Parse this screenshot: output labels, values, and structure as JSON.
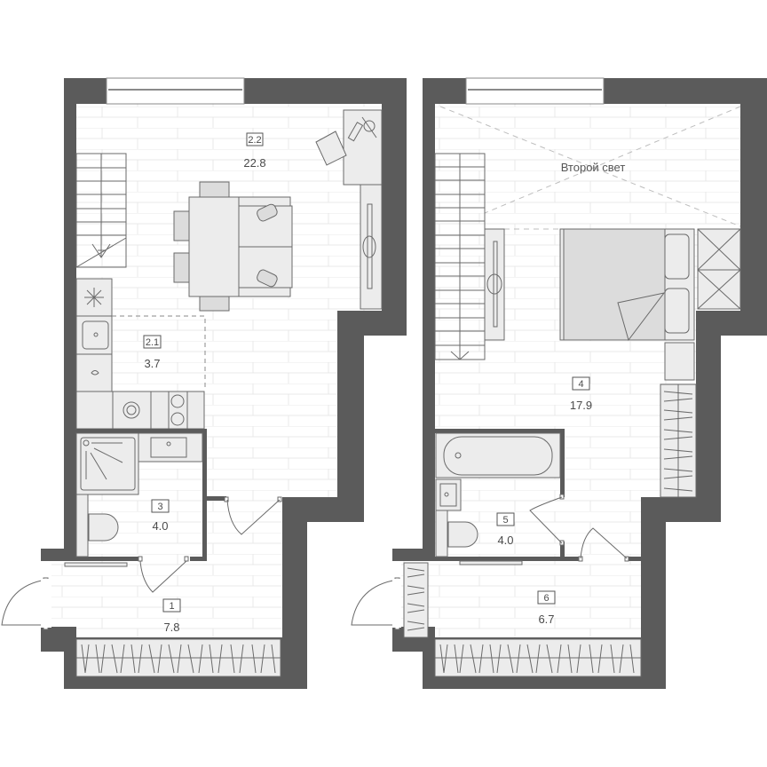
{
  "plan": {
    "floors": [
      {
        "name": "floor-1",
        "rooms": [
          {
            "id": "1",
            "number": "1",
            "area": "7.8"
          },
          {
            "id": "2.1",
            "number": "2.1",
            "area": "3.7"
          },
          {
            "id": "2.2",
            "number": "2.2",
            "area": "22.8"
          },
          {
            "id": "3",
            "number": "3",
            "area": "4.0"
          }
        ]
      },
      {
        "name": "floor-2",
        "note": "Второй свет",
        "rooms": [
          {
            "id": "4",
            "number": "4",
            "area": "17.9"
          },
          {
            "id": "5",
            "number": "5",
            "area": "4.0"
          },
          {
            "id": "6",
            "number": "6",
            "area": "6.7"
          }
        ]
      }
    ],
    "colors": {
      "wall": "#5b5b5b",
      "floor": "#ffffff",
      "furniture": "#ececec",
      "lines": "#6a6a6a"
    }
  }
}
